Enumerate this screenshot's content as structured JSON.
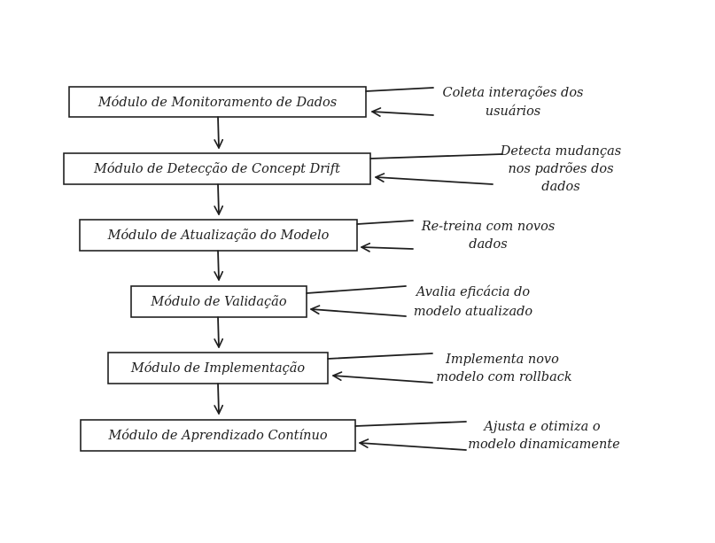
{
  "diagram": {
    "modules": [
      {
        "id": "monitoramento",
        "label": "Módulo de Monitoramento de Dados",
        "note": [
          "Coleta interações dos",
          "usuários"
        ]
      },
      {
        "id": "deteccao",
        "label": "Módulo de Detecção de Concept Drift",
        "note": [
          "Detecta mudanças",
          "nos padrões dos",
          "dados"
        ]
      },
      {
        "id": "atualizacao",
        "label": "Módulo de Atualização do Modelo",
        "note": [
          "Re-treina com novos",
          "dados"
        ]
      },
      {
        "id": "validacao",
        "label": "Módulo de Validação",
        "note": [
          "Avalia eficácia do",
          "modelo atualizado"
        ]
      },
      {
        "id": "implementacao",
        "label": "Módulo de Implementação",
        "note": [
          "Implementa novo",
          "modelo com rollback"
        ]
      },
      {
        "id": "aprendizado",
        "label": "Módulo de Aprendizado Contínuo",
        "note": [
          "Ajusta e otimiza o",
          "modelo dinamicamente"
        ]
      }
    ]
  }
}
